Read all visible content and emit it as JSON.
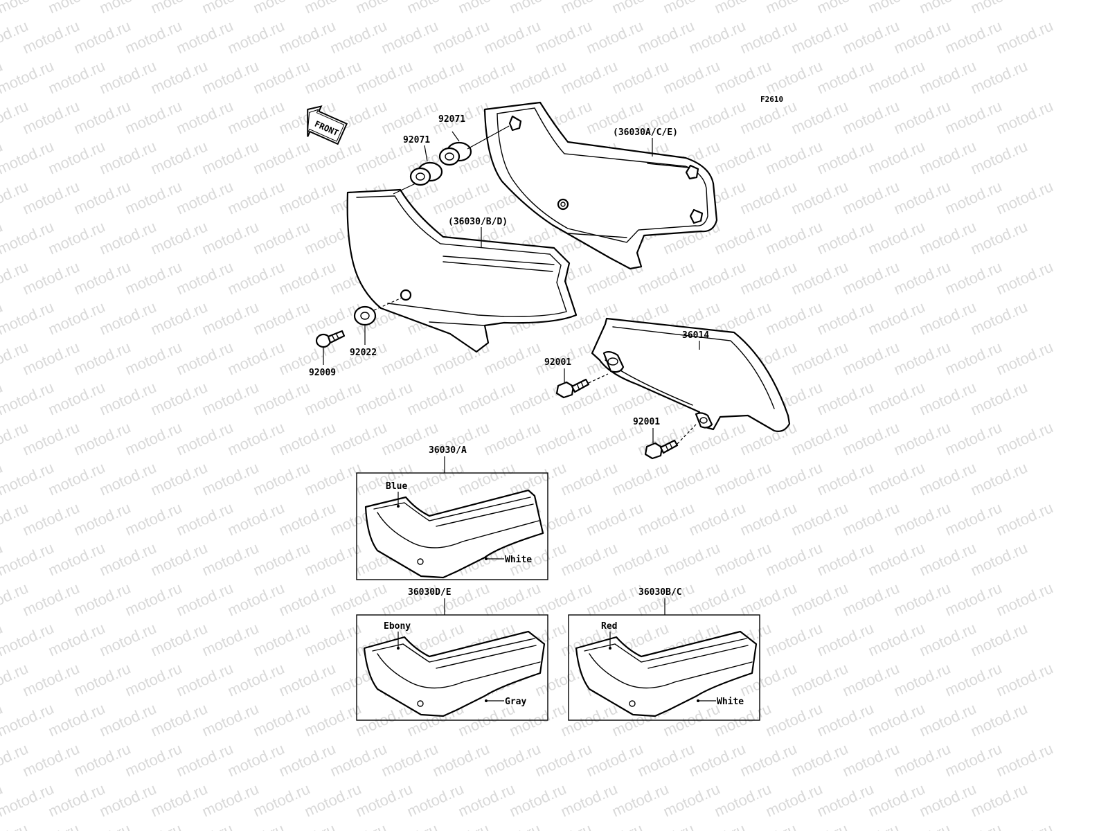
{
  "watermark": {
    "text": "motod.ru"
  },
  "figure_code": "F2610",
  "front_arrow": {
    "label": "FRONT"
  },
  "parts": {
    "grommet_upper": "92071",
    "grommet_lower": "92071",
    "right_cover": "(36030A/C/E)",
    "left_cover": "(36030/B/D)",
    "washer": "92022",
    "screw": "92009",
    "chain_guard": "36014",
    "bolt_upper": "92001",
    "bolt_lower": "92001"
  },
  "variants": [
    {
      "part_no": "36030/A",
      "color_top": "Blue",
      "color_bottom": "White"
    },
    {
      "part_no": "36030D/E",
      "color_top": "Ebony",
      "color_bottom": "Gray"
    },
    {
      "part_no": "36030B/C",
      "color_top": "Red",
      "color_bottom": "White"
    }
  ]
}
